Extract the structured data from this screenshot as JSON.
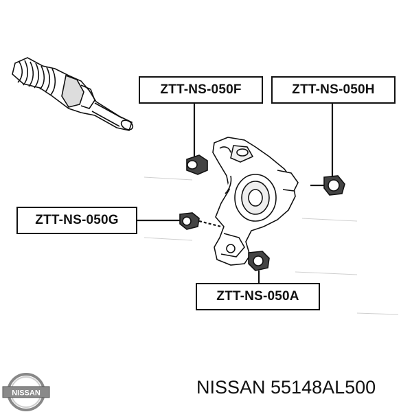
{
  "labels": {
    "part_f": "ZTT-NS-050F",
    "part_h": "ZTT-NS-050H",
    "part_g": "ZTT-NS-050G",
    "part_a": "ZTT-NS-050A"
  },
  "footer": {
    "text": "NISSAN 55148AL500"
  },
  "logo": {
    "text": "NISSAN"
  },
  "colors": {
    "ink": "#111111",
    "background": "#ffffff",
    "shade": "#9a9a9a"
  }
}
